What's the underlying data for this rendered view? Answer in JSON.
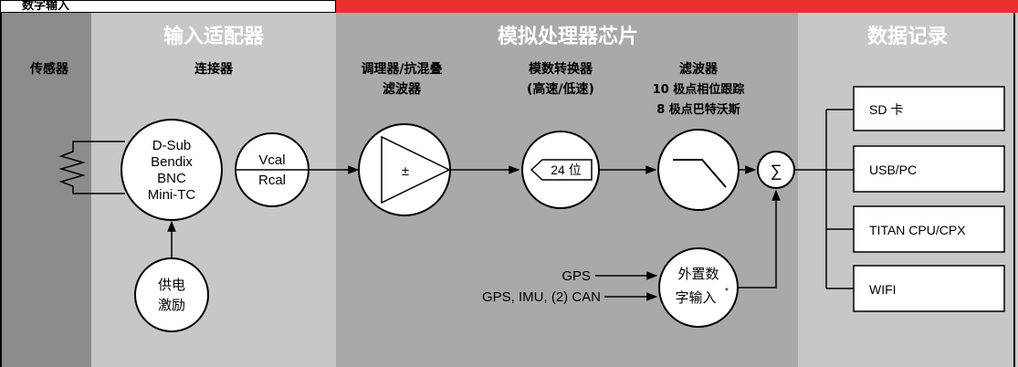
{
  "top_label": "数字输入",
  "sections": {
    "sensor": {
      "label": "传感器"
    },
    "input_adapter": {
      "title": "输入适配器",
      "label": "连接器"
    },
    "analog_chip": {
      "title": "模拟处理器芯片"
    },
    "data_record": {
      "title": "数据记录"
    }
  },
  "blocks": {
    "conditioner": {
      "line1": "调理器/抗混叠",
      "line2": "滤波器",
      "symbol": "±"
    },
    "adc": {
      "line1": "模数转换器",
      "line2": "(高速/低速)",
      "badge": "24 位"
    },
    "filter": {
      "line1": "滤波器",
      "line2": "10 极点相位跟踪",
      "line3": "8 极点巴特沃斯"
    },
    "connector": {
      "lines": [
        "D-Sub",
        "Bendix",
        "BNC",
        "Mini-TC"
      ]
    },
    "cal": {
      "line1": "Vcal",
      "line2": "Rcal"
    },
    "power": {
      "line1": "供电",
      "line2": "激励"
    },
    "ext_input": {
      "line1": "外置数",
      "line2": "字输入",
      "sup": "*"
    },
    "sum_symbol": "∑"
  },
  "inputs": {
    "gps": "GPS",
    "gps_imu_can": "GPS, IMU, (2) CAN"
  },
  "outputs": [
    "SD 卡",
    "USB/PC",
    "TITAN CPU/CPX",
    "WIFI"
  ],
  "colors": {
    "dark_band": "#8c8c8c",
    "light_band": "#c7c7c7",
    "mid_band": "#a9a9a9",
    "red_bar": "#e8312a"
  }
}
